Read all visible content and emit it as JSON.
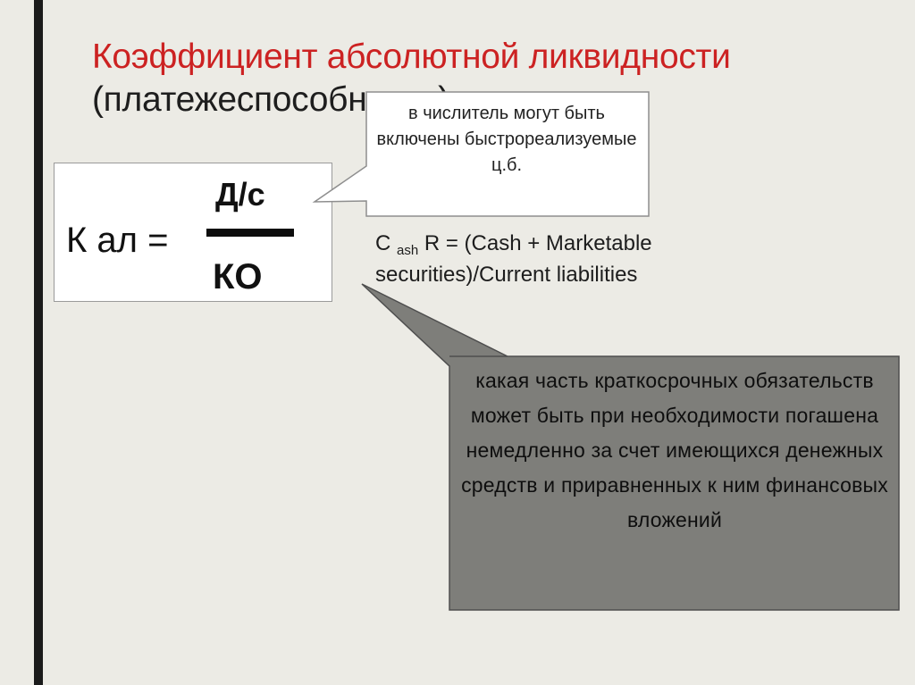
{
  "slide": {
    "title_line1": "Коэффициент абсолютной ликвидности",
    "title_line2": "(платежеспособности)"
  },
  "formula": {
    "lhs": "К ал =",
    "numerator": "Д/с",
    "denominator": "КО"
  },
  "note_callout": {
    "text": "в числитель могут быть включены быстрореализуемые ц.б."
  },
  "english_formula": {
    "prefix": "C",
    "subscript": "ash",
    "rest": "R = (Cash + Marketable securities)/Current liabilities"
  },
  "definition_callout": {
    "text": "какая часть краткосрочных обязательств может быть при необходимости погашена немедленно за счет имеющихся денежных средств и приравненных к ним финансовых вложений"
  },
  "colors": {
    "background": "#ecebe5",
    "title_accent": "#cc2222",
    "definition_fill": "#7e7e7a",
    "left_bar": "#1b1b1b"
  }
}
